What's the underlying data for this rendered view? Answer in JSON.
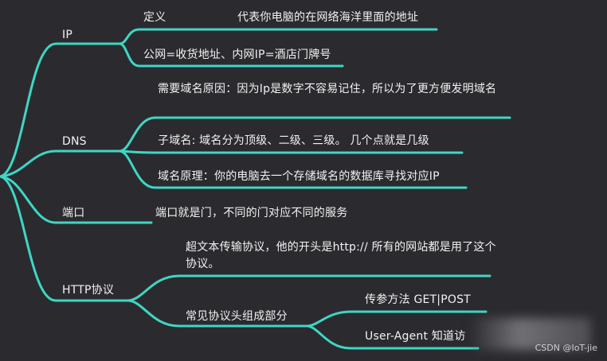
{
  "colors": {
    "background": "#2b2b2f",
    "branch": "#3fd6c4",
    "text": "#f2f2f2"
  },
  "nodes": {
    "ip": {
      "label": "IP",
      "dingyi_label": "定义",
      "dingyi_desc": "代表你电脑的在网络海洋里面的地址",
      "analogy": "公网=收货地址、内网IP=酒店门牌号"
    },
    "dns": {
      "label": "DNS",
      "reason": "需要域名原因：因为Ip是数字不容易记住，所以为了更方便发明域名",
      "subdomain": "子域名: 域名分为顶级、二级、三级。 几个点就是几级",
      "principle": "域名原理：你的电脑去一个存储域名的数据库寻找对应IP"
    },
    "port": {
      "label": "端口",
      "desc": "端口就是门，不同的门对应不同的服务"
    },
    "http": {
      "label": "HTTP协议",
      "hypertext": "超文本传输协议，他的开头是http:// 所有的网站都是用了这个协议。",
      "header_parts": "常见协议头组成部分",
      "method": "传参方法 GET|POST",
      "user_agent": "User-Agent 知道访"
    }
  },
  "watermark": "CSDN @IoT-jie"
}
